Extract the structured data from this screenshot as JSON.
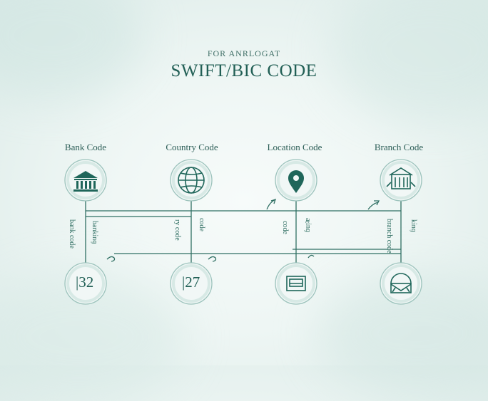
{
  "header": {
    "subtitle": "FOR ANRLOGAT",
    "title": "SWIFT/BIC CODE"
  },
  "components": [
    {
      "label": "Bank Code",
      "icon": "bank-icon",
      "bottom_text": "|32",
      "bottom_icon": "number-icon",
      "side_a": "ǝpoɔ ʞuɐq",
      "side_b": "ɓuᴉʞuɐq"
    },
    {
      "label": "Country Code",
      "icon": "globe-icon",
      "bottom_text": "|27",
      "bottom_icon": "number-icon",
      "side_a": "ǝpoɔ ʎɹ",
      "side_b": "ǝpoɔ"
    },
    {
      "label": "Location Code",
      "icon": "location-pin-icon",
      "bottom_text": "",
      "bottom_icon": "envelope-tray-icon",
      "side_a": "ǝpoɔ",
      "side_b": "ɓuᴉʇɐ"
    },
    {
      "label": "Branch Code",
      "icon": "branch-building-icon",
      "bottom_text": "",
      "bottom_icon": "mail-tray-icon",
      "side_a": "ǝpoɔ ɥɔuɐɹq",
      "side_b": "ɓuᴉʞ"
    }
  ],
  "colors": {
    "accent": "#1f665a",
    "line": "#2f6f63",
    "circle": "#f1f7f6"
  }
}
